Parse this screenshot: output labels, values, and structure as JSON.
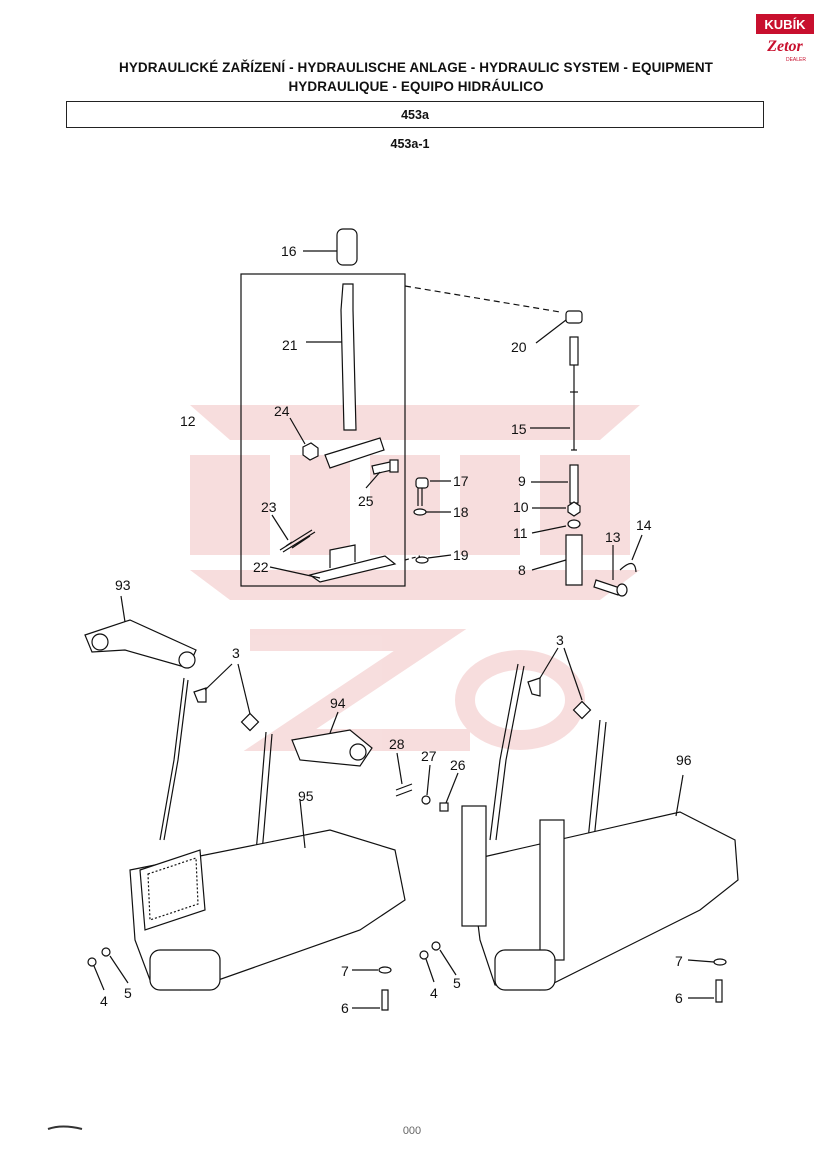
{
  "header": {
    "logo_top": "KUBÍK",
    "logo_bottom": "Zetor",
    "logo_sub": "DEALER",
    "title_line1": "HYDRAULICKÉ ZAŘÍZENÍ - HYDRAULISCHE ANLAGE - HYDRAULIC SYSTEM - EQUIPMENT",
    "title_line2": "HYDRAULIQUE - EQUIPO HIDRÁULICO",
    "section": "453a",
    "figure_code": "453a-1"
  },
  "callouts": {
    "p16": "16",
    "p21": "21",
    "p12": "12",
    "p24": "24",
    "p25": "25",
    "p23": "23",
    "p22": "22",
    "p17": "17",
    "p18": "18",
    "p19": "19",
    "p20": "20",
    "p15": "15",
    "p9": "9",
    "p10": "10",
    "p11": "11",
    "p8": "8",
    "p13": "13",
    "p14": "14",
    "p93": "93",
    "p3a": "3",
    "p94": "94",
    "p95": "95",
    "p28": "28",
    "p27": "27",
    "p26": "26",
    "p3b": "3",
    "p96": "96",
    "p4a": "4",
    "p5a": "5",
    "p7a": "7",
    "p6a": "6",
    "p4b": "4",
    "p5b": "5",
    "p7b": "7",
    "p6b": "6"
  },
  "footer": {
    "page_number": "000"
  },
  "colors": {
    "ink": "#111111",
    "watermark": "#e9a0a0",
    "logo_red": "#c8102e"
  }
}
